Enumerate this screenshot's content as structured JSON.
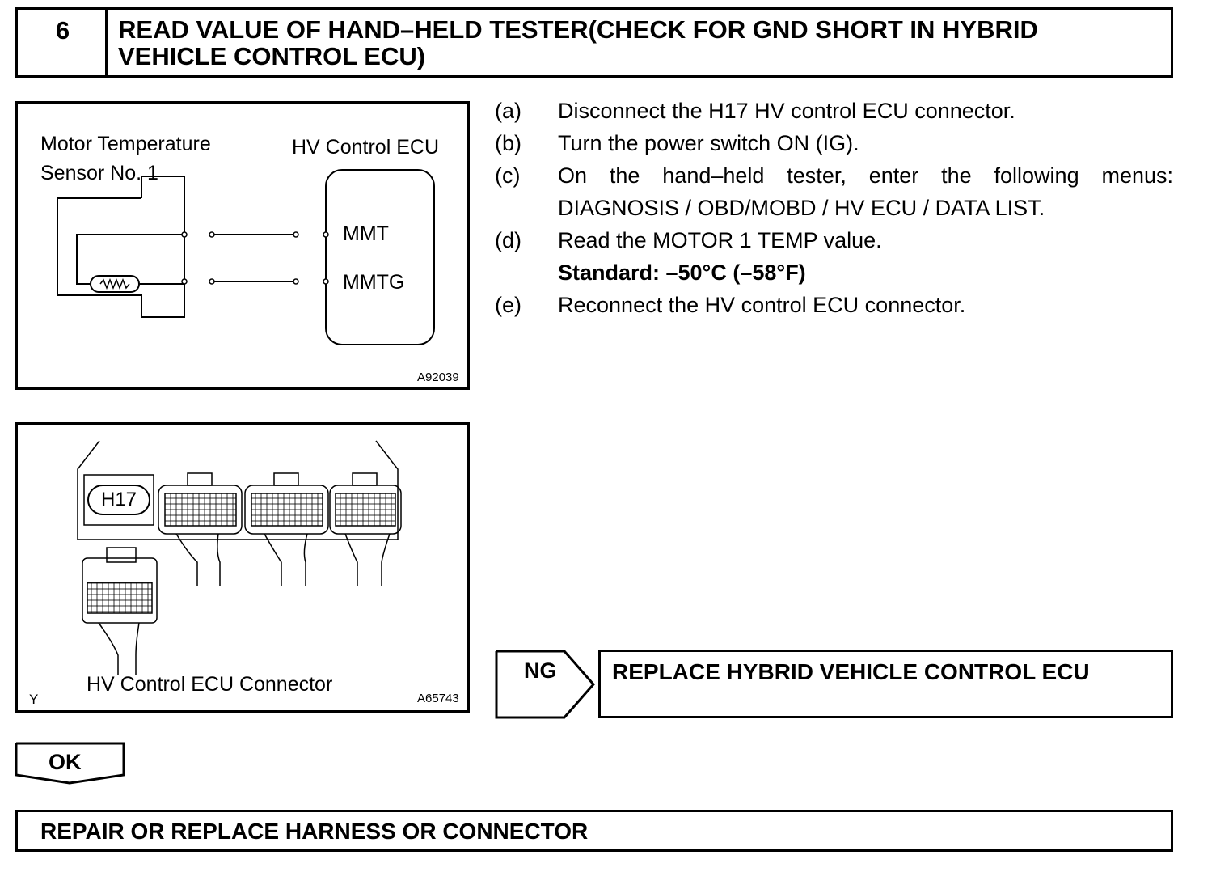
{
  "header": {
    "step_number": "6",
    "title_line1": "READ VALUE OF HAND–HELD TESTER(CHECK FOR GND SHORT IN HYBRID",
    "title_line2": "VEHICLE CONTROL ECU)"
  },
  "wiring_figure": {
    "sensor_label_line1": "Motor Temperature",
    "sensor_label_line2": "Sensor No. 1",
    "ecu_label": "HV Control ECU",
    "terminal1": "MMT",
    "terminal2": "MMTG",
    "figure_code": "A92039"
  },
  "connector_figure": {
    "connector_id": "H17",
    "caption": "HV Control ECU Connector",
    "corner_mark": "Y",
    "figure_code": "A65743"
  },
  "instructions": [
    {
      "letter": "(a)",
      "text": "Disconnect the H17 HV control ECU connector."
    },
    {
      "letter": "(b)",
      "text": "Turn the power switch ON (IG)."
    },
    {
      "letter": "(c)",
      "text": "On the hand–held tester, enter the following menus:",
      "text2": "DIAGNOSIS / OBD/MOBD / HV ECU / DATA LIST."
    },
    {
      "letter": "(d)",
      "text": "Read the MOTOR 1 TEMP value.",
      "text2": "Standard: –50°C (–58°F)"
    },
    {
      "letter": "(e)",
      "text": "Reconnect the HV control ECU connector."
    }
  ],
  "ng": {
    "label": "NG",
    "action": "REPLACE HYBRID VEHICLE CONTROL ECU"
  },
  "ok": {
    "label": "OK",
    "action": "REPAIR OR REPLACE HARNESS OR CONNECTOR"
  }
}
